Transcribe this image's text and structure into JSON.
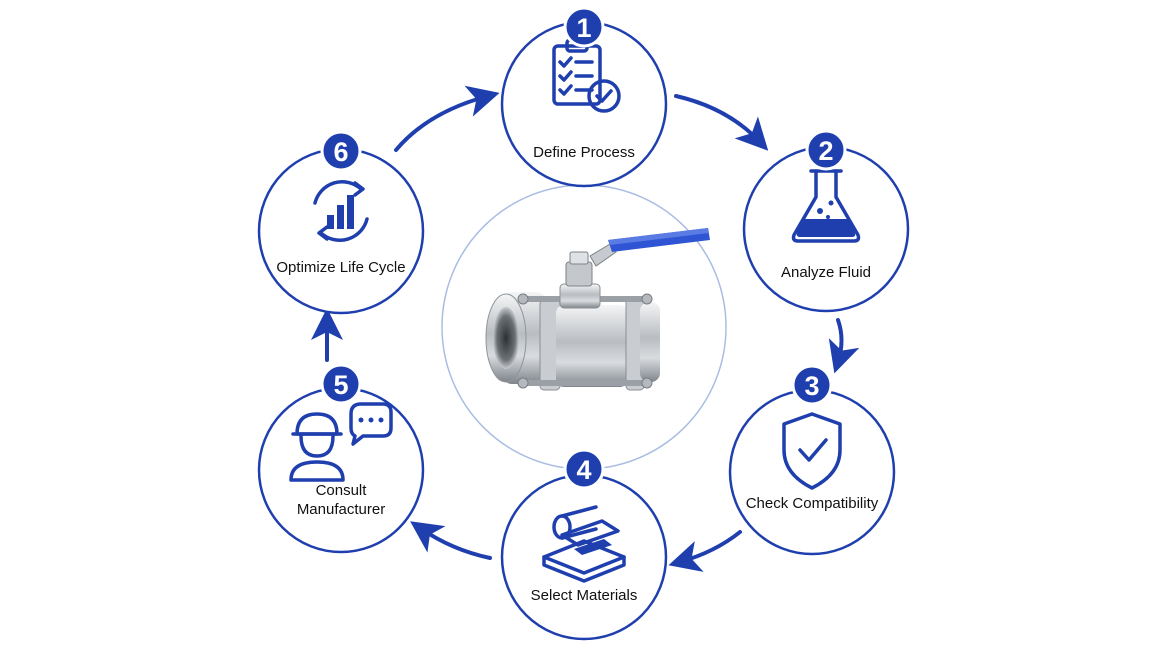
{
  "colors": {
    "accent": "#1f3fae",
    "center_ring": "#a9bde3",
    "background": "#ffffff"
  },
  "center": {
    "image": "stainless-steel-ball-valve"
  },
  "steps": [
    {
      "number": "1",
      "lines": [
        "Define Process"
      ],
      "icon": "clipboard-check-icon"
    },
    {
      "number": "2",
      "lines": [
        "Analyze Fluid"
      ],
      "icon": "flask-icon"
    },
    {
      "number": "3",
      "lines": [
        "Check Compatibility"
      ],
      "icon": "shield-check-icon"
    },
    {
      "number": "4",
      "lines": [
        "Select Materials"
      ],
      "icon": "materials-stack-icon"
    },
    {
      "number": "5",
      "lines": [
        "Consult",
        "Manufacturer"
      ],
      "icon": "engineer-chat-icon"
    },
    {
      "number": "6",
      "lines": [
        "Optimize Life Cycle"
      ],
      "icon": "cycle-chart-icon"
    }
  ]
}
